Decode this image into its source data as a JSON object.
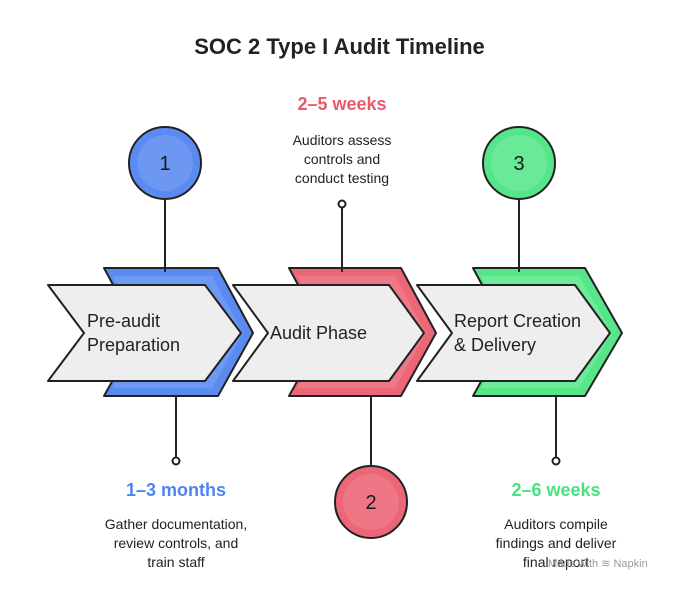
{
  "title": "SOC 2 Type I Audit Timeline",
  "colors": {
    "blue": "#4f84f0",
    "blue_light": "#7ea4f5",
    "red": "#e9596b",
    "red_light": "#f08694",
    "green": "#48e27f",
    "green_light": "#7ef0a6",
    "arrow_fill": "#eeeeee",
    "outline": "#222222"
  },
  "stages": [
    {
      "number": "1",
      "label_line1": "Pre-audit",
      "label_line2": "Preparation",
      "duration": "1–3 months",
      "desc_line1": "Gather documentation,",
      "desc_line2": "review controls, and",
      "desc_line3": "train staff",
      "color": "blue"
    },
    {
      "number": "2",
      "label_line1": "Audit Phase",
      "duration": "2–5 weeks",
      "desc_line1": "Auditors assess",
      "desc_line2": "controls and",
      "desc_line3": "conduct testing",
      "color": "red"
    },
    {
      "number": "3",
      "label_line1": "Report Creation",
      "label_line2": "& Delivery",
      "duration": "2–6 weeks",
      "desc_line1": "Auditors compile",
      "desc_line2": "findings and deliver",
      "desc_line3": "final report",
      "color": "green"
    }
  ],
  "watermark": "Made with ≋ Napkin"
}
